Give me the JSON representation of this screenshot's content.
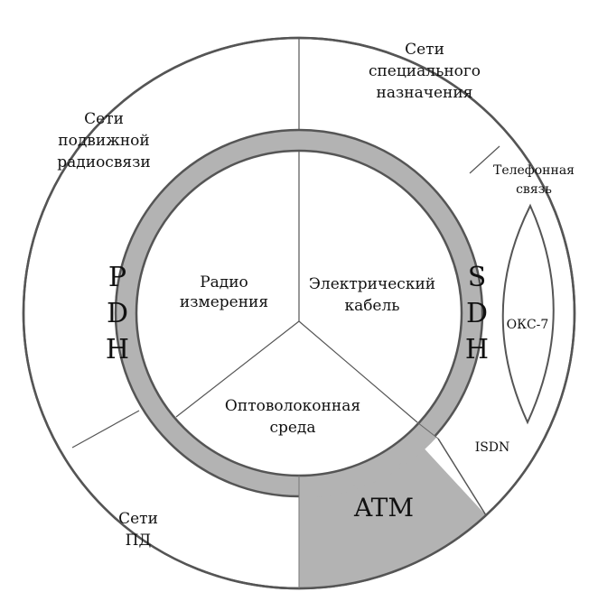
{
  "colors": {
    "ring": "#b3b3b3",
    "stroke": "#555555"
  },
  "inner": {
    "radio": [
      "Радио",
      "измерения"
    ],
    "cable": [
      "Электрический",
      "кабель"
    ],
    "fiber": [
      "Оптоволоконная",
      "среда"
    ]
  },
  "ring": {
    "pdh": [
      "P",
      "D",
      "H"
    ],
    "sdh": [
      "S",
      "D",
      "H"
    ],
    "atm": "ATM"
  },
  "outer": {
    "special": [
      "Сети",
      "специального",
      "назначения"
    ],
    "mobile": [
      "Сети",
      "подвижной",
      "радиосвязи"
    ],
    "phone": [
      "Телефонная",
      "связь"
    ],
    "oks": "ОКС-7",
    "isdn": "ISDN",
    "pd": [
      "Сети",
      "ПД"
    ]
  }
}
